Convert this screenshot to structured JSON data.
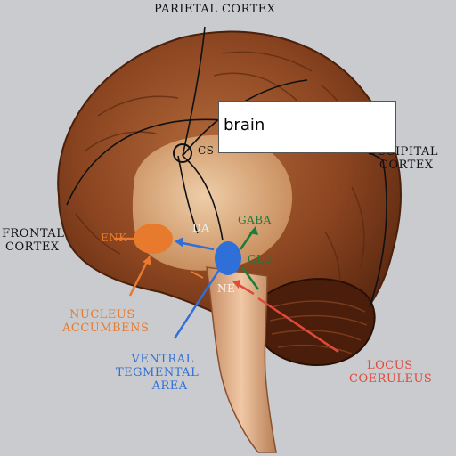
{
  "labels": {
    "parietal_cortex": "PARIETAL CORTEX",
    "occipital_cortex": [
      "OCCIPITAL",
      "CORTEX"
    ],
    "frontal_cortex": [
      "FRONTAL",
      "CORTEX"
    ],
    "nucleus_accumbens": [
      "NUCLEUS",
      "ACCUMBENS"
    ],
    "ventral_tegmental_area": [
      "VENTRAL",
      "TEGMENTAL",
      "AREA"
    ],
    "locus_coeruleus": [
      "LOCUS",
      "COERULEUS"
    ],
    "enk": "ENK",
    "da": "DA",
    "gaba": "GABA",
    "glu": "GLU",
    "ne": "NE",
    "cs": "CS"
  },
  "overlay_box": {
    "text": "brain"
  },
  "colors": {
    "background": "#c9cbce",
    "cortex": "#7a3a1c",
    "inner": "#e8c39c",
    "orange": "#e87a2e",
    "blue": "#2f6fd8",
    "green": "#1e7b3a",
    "red": "#e04a3a",
    "black_text": "#111111"
  }
}
